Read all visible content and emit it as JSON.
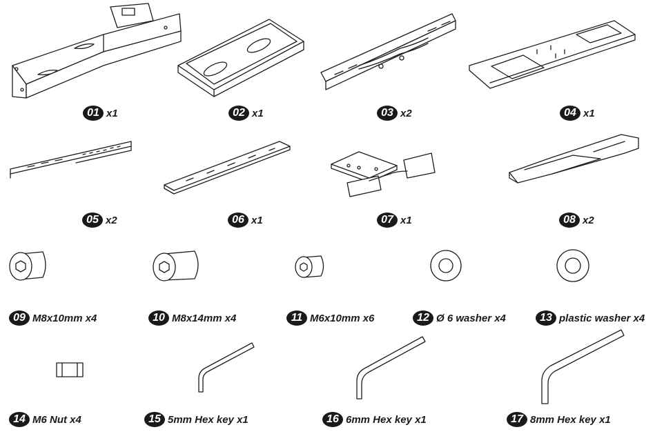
{
  "parts": [
    {
      "number": "01",
      "label": "x1"
    },
    {
      "number": "02",
      "label": "x1"
    },
    {
      "number": "03",
      "label": "x2"
    },
    {
      "number": "04",
      "label": "x1"
    },
    {
      "number": "05",
      "label": "x2"
    },
    {
      "number": "06",
      "label": "x1"
    },
    {
      "number": "07",
      "label": "x1"
    },
    {
      "number": "08",
      "label": "x2"
    },
    {
      "number": "09",
      "label": "M8x10mm  x4"
    },
    {
      "number": "10",
      "label": "M8x14mm  x4"
    },
    {
      "number": "11",
      "label": "M6x10mm  x6"
    },
    {
      "number": "12",
      "label": "Ø 6 washer x4"
    },
    {
      "number": "13",
      "label": "plastic washer x4"
    },
    {
      "number": "14",
      "label": "M6 Nut  x4"
    },
    {
      "number": "15",
      "label": "5mm Hex key  x1"
    },
    {
      "number": "16",
      "label": "6mm Hex key  x1"
    },
    {
      "number": "17",
      "label": "8mm Hex key  x1"
    }
  ]
}
